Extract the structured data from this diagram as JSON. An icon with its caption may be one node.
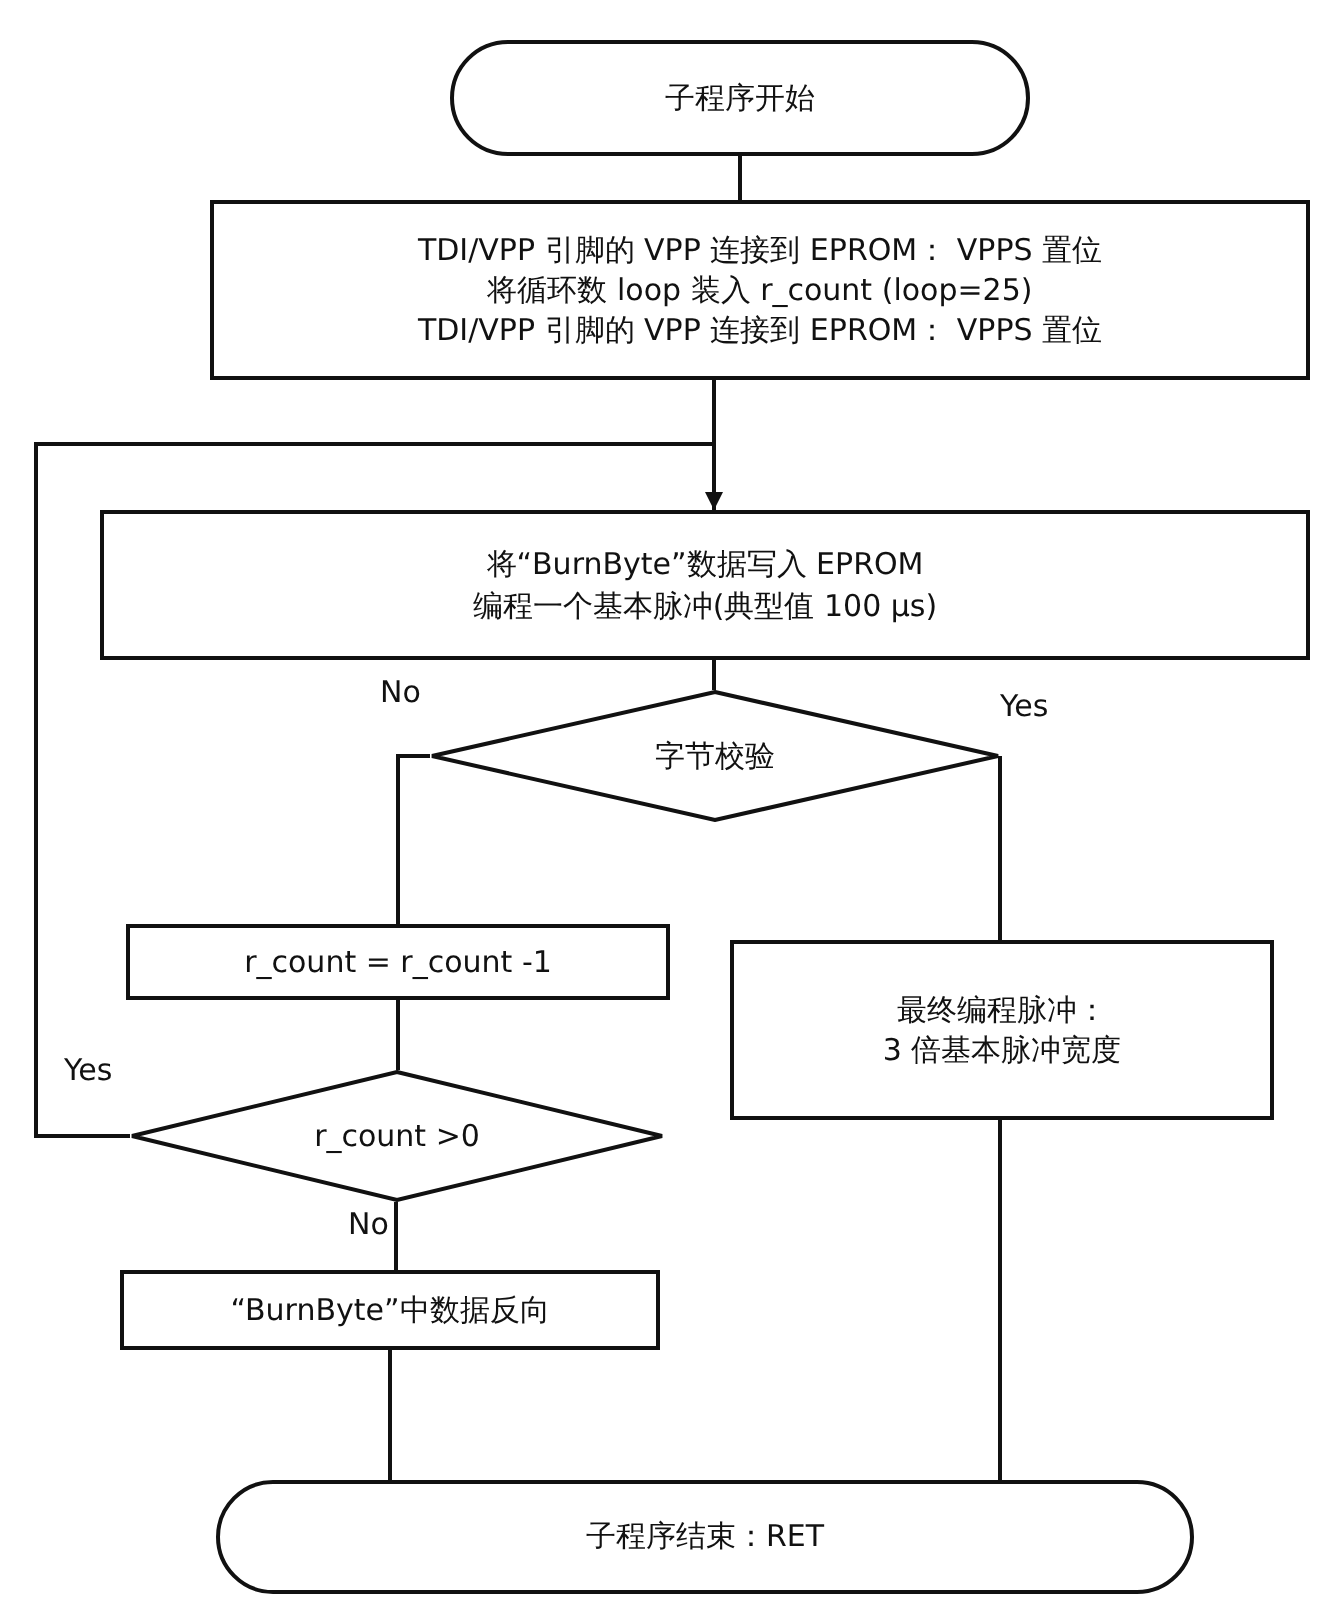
{
  "diagram": {
    "nodes": [
      {
        "text": [
          "子程序开始"
        ]
      },
      {
        "text": [
          "TDI/VPP 引脚的 VPP 连接到 EPROM： VPPS 置位",
          "将循环数 loop 装入 r_count (loop=25)",
          "TDI/VPP 引脚的 VPP 连接到 EPROM： VPPS 置位"
        ]
      },
      {
        "text": [
          "将“BurnByte”数据写入 EPROM",
          "编程一个基本脉冲(典型值 100 μs)"
        ]
      },
      {
        "text": [
          "字节校验"
        ]
      },
      {
        "text": [
          "r_count = r_count -1"
        ]
      },
      {
        "text": [
          "最终编程脉冲：",
          "3 倍基本脉冲宽度"
        ]
      },
      {
        "text": [
          "r_count >0"
        ]
      },
      {
        "text": [
          "“BurnByte”中数据反向"
        ]
      },
      {
        "text": [
          "子程序结束：RET"
        ]
      }
    ],
    "edges": [
      {
        "from": 0,
        "to": 1,
        "arrow": "none"
      },
      {
        "from": 1,
        "to": 2,
        "arrow": "none"
      },
      {
        "from": 2,
        "to": 3,
        "arrow": "none"
      },
      {
        "from": 3,
        "to": 4,
        "label": "No",
        "arrow": "none"
      },
      {
        "from": 3,
        "to": 5,
        "label": "Yes",
        "arrow": "none"
      },
      {
        "from": 4,
        "to": 6,
        "arrow": "none"
      },
      {
        "from": 6,
        "to": 2,
        "label": "Yes",
        "arrow": "to"
      },
      {
        "from": 6,
        "to": 7,
        "label": "No",
        "arrow": "none"
      },
      {
        "from": 7,
        "to": 8,
        "arrow": "none"
      },
      {
        "from": 5,
        "to": 8,
        "arrow": "none"
      }
    ]
  }
}
